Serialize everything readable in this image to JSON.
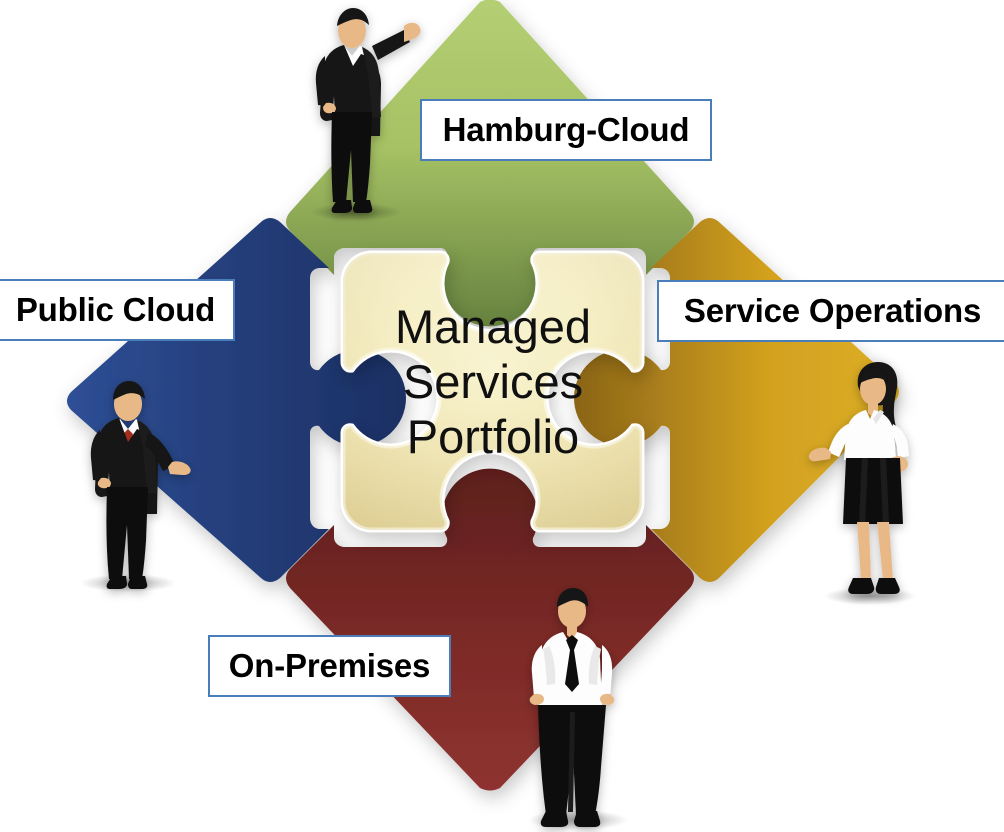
{
  "diagram": {
    "title": "Managed Services Portfolio diamond puzzle diagram",
    "center": {
      "line1": "Managed",
      "line2": "Services",
      "line3": "Portfolio",
      "fill_top": "#faf6d2",
      "fill_bottom": "#e3d69a"
    },
    "quadrants": [
      {
        "id": "hamburg-cloud",
        "label": "Hamburg-Cloud",
        "position": "top",
        "color_light": "#adc96a",
        "color_dark": "#6d8a4b"
      },
      {
        "id": "public-cloud",
        "label": "Public Cloud",
        "position": "left",
        "color_light": "#2b4a90",
        "color_dark": "#1d3267"
      },
      {
        "id": "service-operations",
        "label": "Service Operations",
        "position": "right",
        "color_light": "#d8a722",
        "color_dark": "#8a6417"
      },
      {
        "id": "on-premises",
        "label": "On-Premises",
        "position": "bottom",
        "color_light": "#8a2f2b",
        "color_dark": "#5f1f1d"
      }
    ],
    "callout_border_color": "#4a7ebb",
    "callout_fill_color": "#ffffff",
    "people": [
      {
        "id": "person-top",
        "description": "businessman-standing-pointing"
      },
      {
        "id": "person-left",
        "description": "businessman-with-red-tie-presenting"
      },
      {
        "id": "person-right",
        "description": "businesswoman-presenting"
      },
      {
        "id": "person-bottom",
        "description": "businessman-white-shirt-walking"
      }
    ]
  }
}
